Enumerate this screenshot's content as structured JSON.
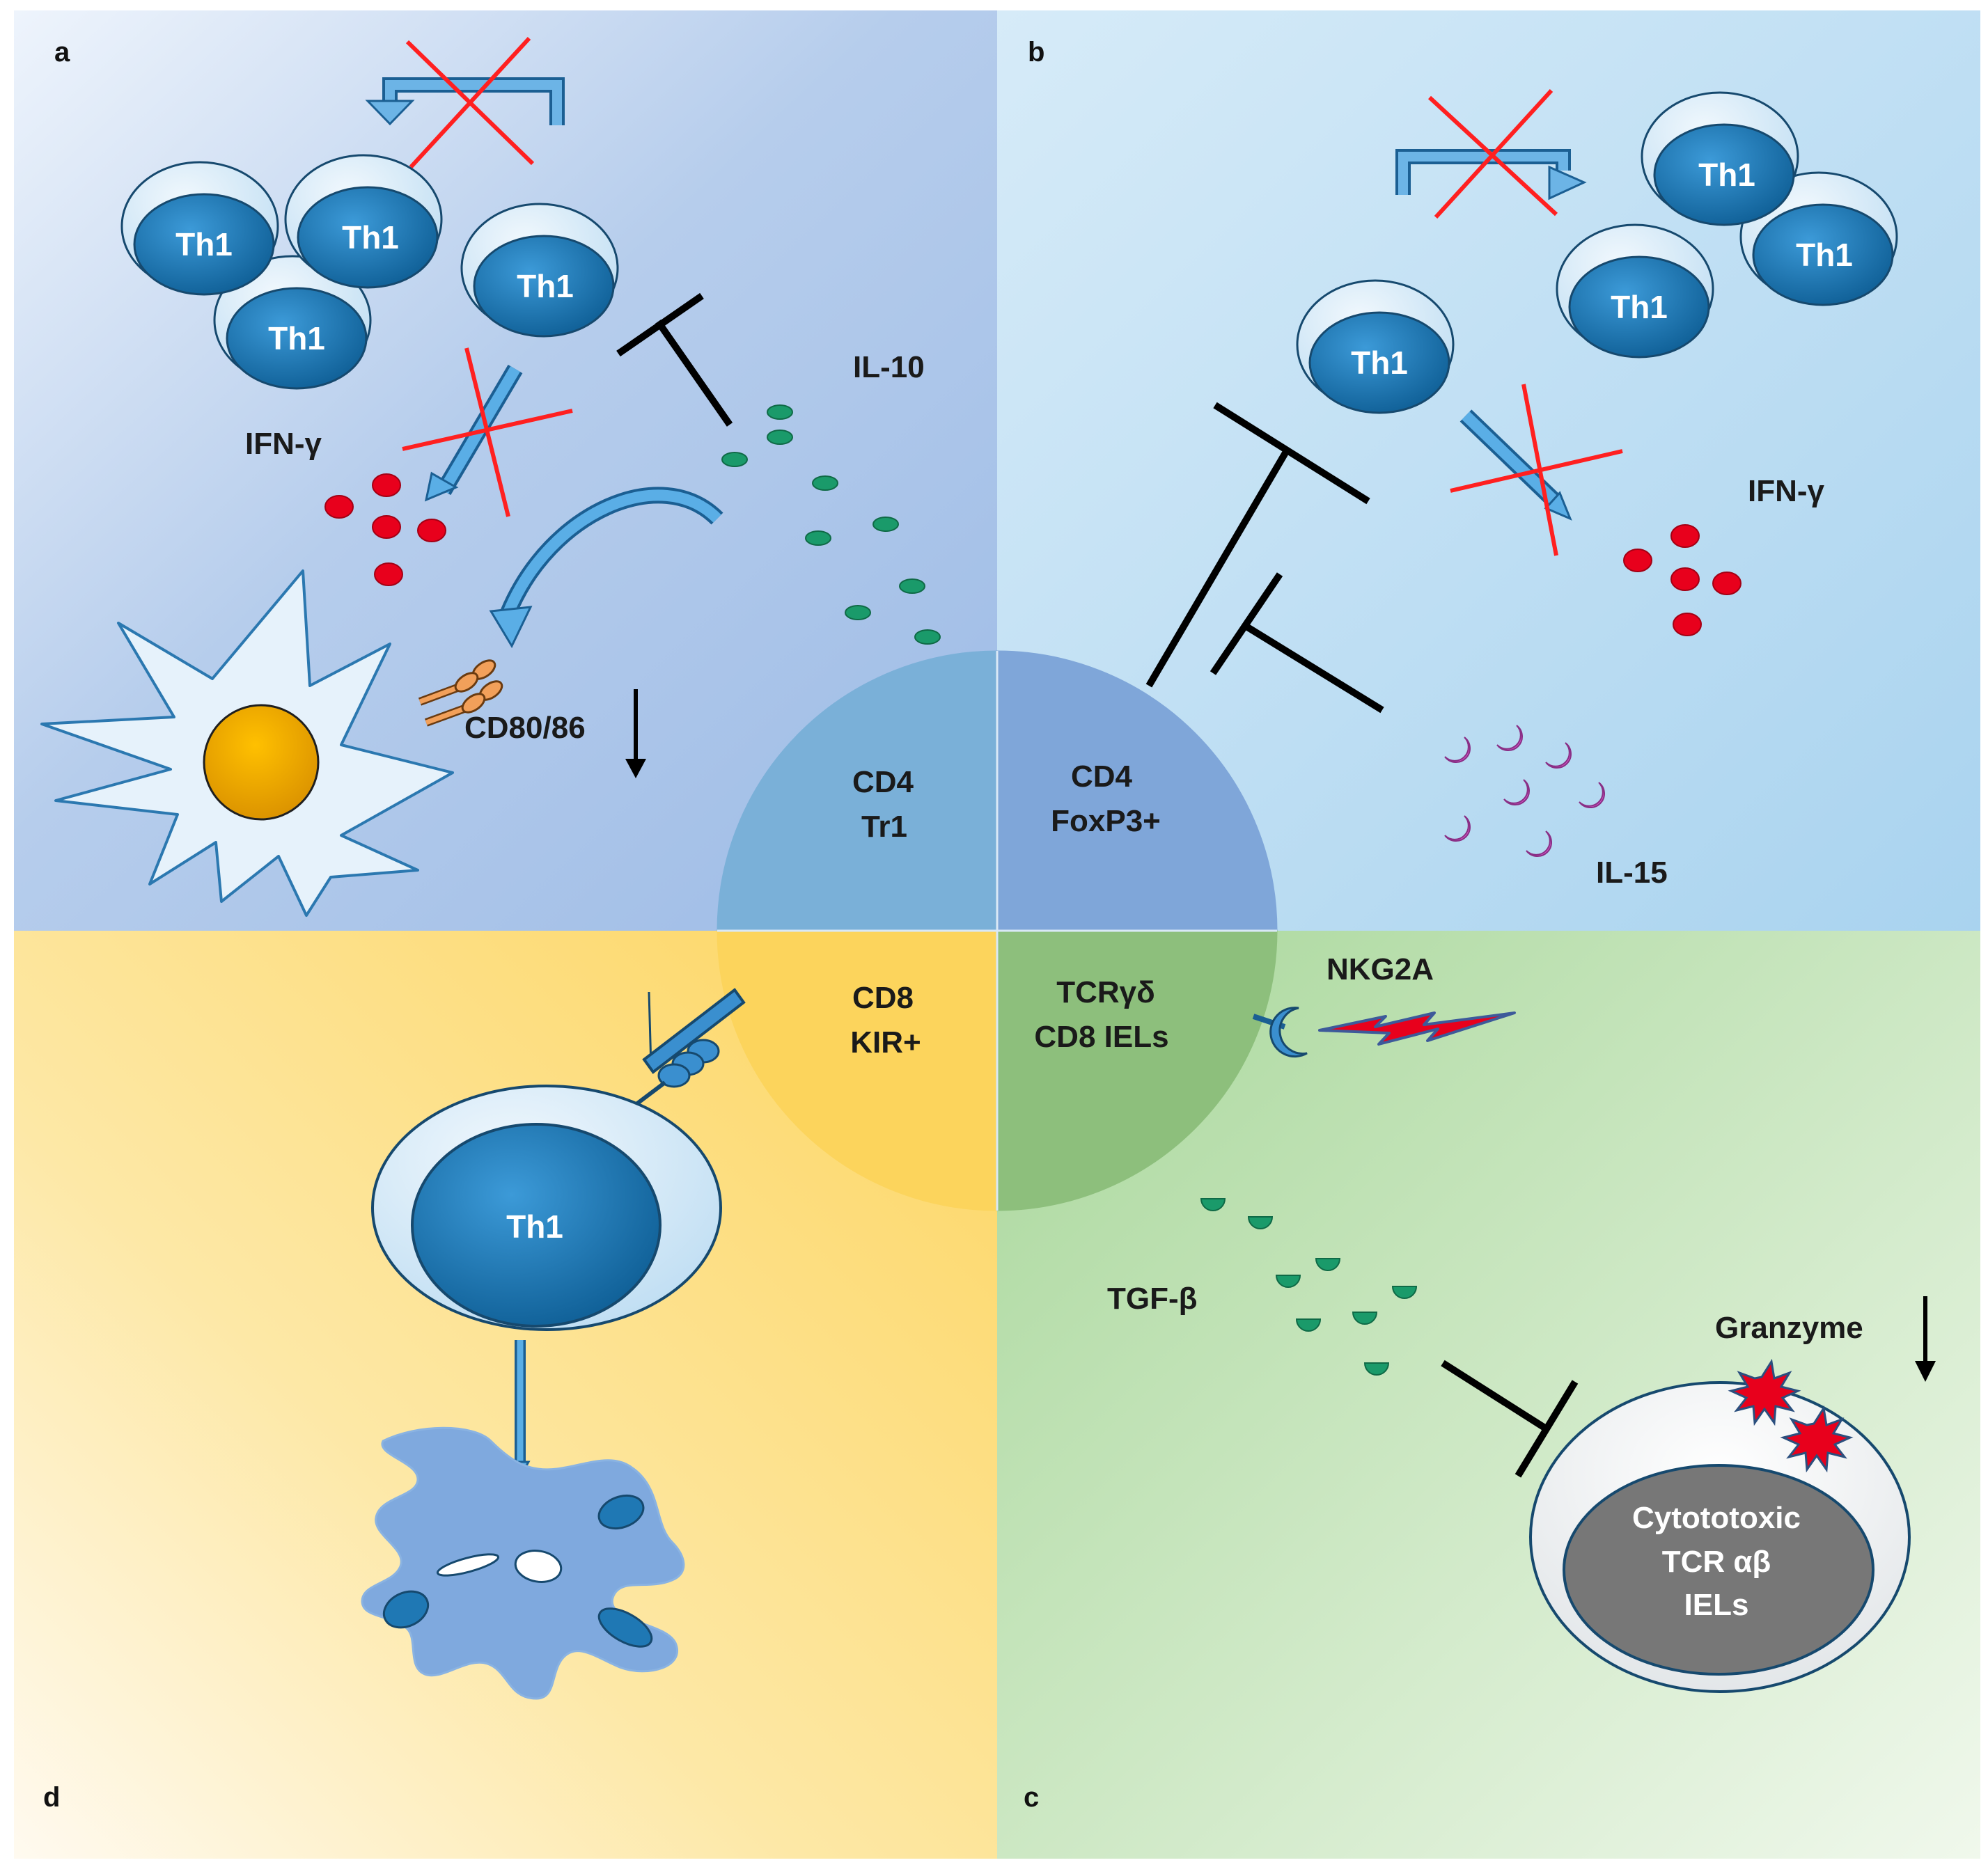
{
  "panels": {
    "a": "a",
    "b": "b",
    "c": "c",
    "d": "d"
  },
  "center": {
    "tr1": [
      "CD4",
      "Tr1"
    ],
    "foxp3": [
      "CD4",
      "FoxP3+"
    ],
    "kir": [
      "CD8",
      "KIR+"
    ],
    "gd": [
      "TCRγδ",
      "CD8 IELs"
    ]
  },
  "labels": {
    "il10": "IL-10",
    "ifng_a": "IFN-γ",
    "cd80": "CD80/86",
    "ifng_b": "IFN-γ",
    "il15": "IL-15",
    "nkg2a": "NKG2A",
    "tgfb": "TGF-β",
    "granzyme": "Granzyme"
  },
  "cells": {
    "th1": "Th1"
  },
  "cytotoxic": [
    "Cytototoxic",
    "TCR αβ",
    "IELs"
  ],
  "colors": {
    "panel_a": "#a9c4e8",
    "panel_b": "#b2d9f0",
    "panel_c": "#bfe0b0",
    "panel_d": "#fde08e",
    "cell_nucleus": "#1f78b4",
    "cell_body": "#cfe7f6",
    "cytokine_red": "#e8001c",
    "il10_green": "#1a9a6a",
    "il15_pink": "#d257c8",
    "inhibit_black": "#000000",
    "cross_red": "#ff2020"
  },
  "icons": {
    "cross": "red-cross-icon",
    "inhibit": "t-bar-inhibition-icon",
    "arrow": "blue-arrow-icon",
    "dendritic": "dendritic-cell-icon",
    "enterocyte": "damaged-epithelial-cell-icon"
  }
}
